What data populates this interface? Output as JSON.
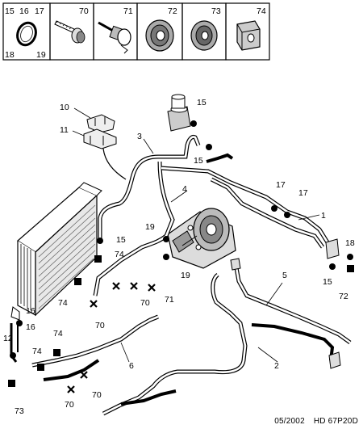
{
  "parts_strip": {
    "cells": [
      {
        "top_left": "15",
        "top_mid": "16",
        "top_right": "17",
        "bottom_left": "18",
        "bottom_right": "19",
        "icon": "o-ring-seal-icon"
      },
      {
        "top_right": "70",
        "icon": "bolt-screw-icon"
      },
      {
        "top_right": "71",
        "icon": "stud-nut-icon"
      },
      {
        "top_right": "72",
        "icon": "grommet-large-icon"
      },
      {
        "top_right": "73",
        "icon": "grommet-small-icon"
      },
      {
        "top_right": "74",
        "icon": "clip-nut-icon"
      }
    ]
  },
  "callouts": {
    "c1": "1",
    "c2": "2",
    "c3": "3",
    "c4": "4",
    "c5": "5",
    "c6": "6",
    "c10": "10",
    "c11": "11",
    "c12": "12",
    "c15a": "15",
    "c15b": "15",
    "c15c": "15",
    "c15d": "15",
    "c16a": "16",
    "c16b": "16",
    "c17a": "17",
    "c17b": "17",
    "c18": "18",
    "c19a": "19",
    "c19b": "19",
    "c70a": "70",
    "c70b": "70",
    "c70c": "70",
    "c70d": "70",
    "c71": "71",
    "c72": "72",
    "c73": "73",
    "c74a": "74",
    "c74b": "74",
    "c74c": "74",
    "c74d": "74"
  },
  "footer": {
    "date": "05/2002",
    "code": "HD 67P20D"
  }
}
